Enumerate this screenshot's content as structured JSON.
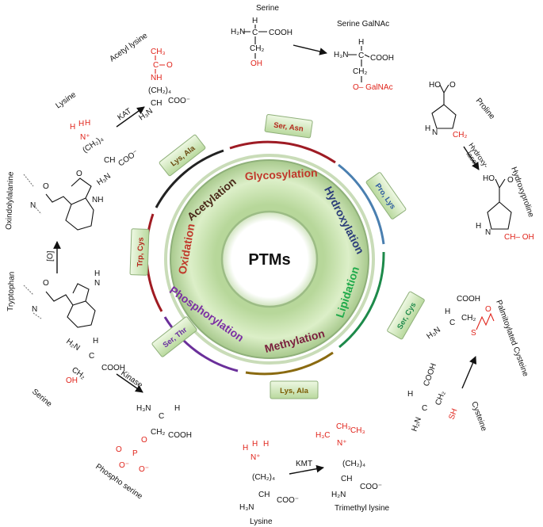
{
  "center": {
    "title": "PTMs"
  },
  "ring_labels": [
    {
      "id": "glycosylation",
      "text": "Glycosylation",
      "color": "#c0392b"
    },
    {
      "id": "hydroxylation",
      "text": "Hydroxylation",
      "color": "#2c3e7a"
    },
    {
      "id": "lipidation",
      "text": "Lipidation",
      "color": "#1faa4a"
    },
    {
      "id": "methylation",
      "text": "Methylation",
      "color": "#7a1f3d"
    },
    {
      "id": "phosphorylation",
      "text": "Phosphorylation",
      "color": "#7b2fa3"
    },
    {
      "id": "oxidation",
      "text": "Oxidation",
      "color": "#c0392b"
    },
    {
      "id": "acetylation",
      "text": "Acetylation",
      "color": "#4a2a1a"
    }
  ],
  "residue_boxes": [
    {
      "id": "ser-asn",
      "text": "Ser, Asn",
      "color": "#b5261b"
    },
    {
      "id": "pro-lys",
      "text": "Pro, Lys",
      "color": "#2c5aa0"
    },
    {
      "id": "ser-cys",
      "text": "Ser, Cys",
      "color": "#1f8a4a"
    },
    {
      "id": "lys-ala-bottom",
      "text": "Lys, Ala",
      "color": "#7a5a00"
    },
    {
      "id": "ser-thr",
      "text": "Ser, Thr",
      "color": "#6a2fa0"
    },
    {
      "id": "trp-cys",
      "text": "Trp, Cys",
      "color": "#b5261b"
    },
    {
      "id": "lys-ala-top",
      "text": "Lys, Ala",
      "color": "#6a4a10"
    }
  ],
  "molecules": {
    "serine_top": "Serine",
    "serine_galnac": "Serine GalNAc",
    "galnac": "O– GalNAc",
    "acetyl_lysine": "Acetyl lysine",
    "lysine_left": "Lysine",
    "kat": "KAT",
    "proline": "Proline",
    "hydroxylase": "Hydroxy-\nlase",
    "hydroxyproline": "Hydroxyproline",
    "oxindolylalanine": "Oxindolylalanine",
    "tryptophan": "Tryptophan",
    "oxidant": "[O]",
    "palmitoylated_cysteine": "Palmitoylated Cysteine",
    "cysteine": "Cysteine",
    "serine_left": "Serine",
    "kinase": "Kinase",
    "phospho_serine": "Phospho serine",
    "lysine_bottom": "Lysine",
    "kmt": "KMT",
    "trimethyl_lysine": "Trimethyl lysine"
  },
  "chem_text": {
    "h2n": "H₂N",
    "h3n": "H₃N",
    "cooh": "COOH",
    "coo": "COO⁻",
    "ch": "CH",
    "ch2": "CH₂",
    "oh": "OH",
    "ch2_4": "(CH₂)₄",
    "c": "C",
    "h": "H",
    "o": "O",
    "nh": "NH",
    "n": "N",
    "nplus": "N⁺",
    "ch3": "CH₃",
    "h3c": "H₃C",
    "sh": "SH",
    "s": "S",
    "p": "P",
    "ominus": "O⁻",
    "ch_oh": "CH– OH"
  },
  "colors": {
    "ring_fill": "#cfe6b5",
    "ring_stroke": "#8fb07a",
    "box_fill": "#d6edc0",
    "accent_red": "#e0241b"
  }
}
